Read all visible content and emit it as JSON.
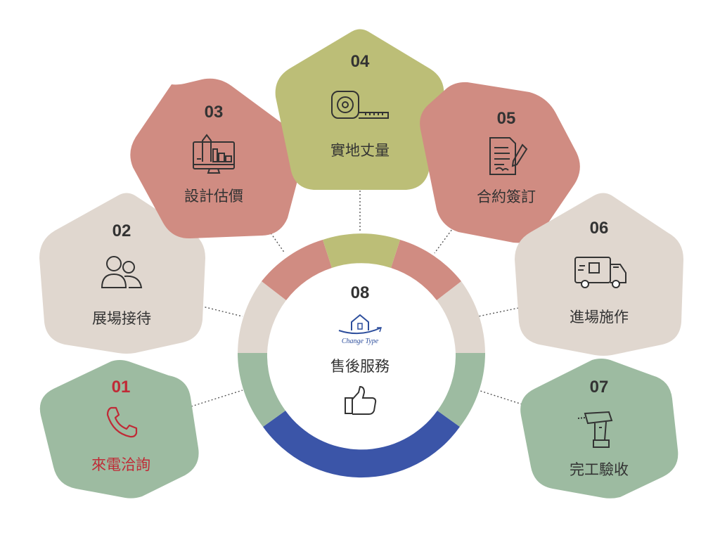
{
  "colors": {
    "green": "#9dbba1",
    "beige": "#e0d7cf",
    "pink": "#d08c82",
    "olive": "#bcbe77",
    "blue": "#3b55a8",
    "highlight": "#c02a36",
    "text": "#333333"
  },
  "steps": [
    {
      "num": "01",
      "label": "來電洽詢",
      "icon": "phone-icon",
      "color": "#9dbba1",
      "highlight": true
    },
    {
      "num": "02",
      "label": "展場接待",
      "icon": "people-icon",
      "color": "#e0d7cf"
    },
    {
      "num": "03",
      "label": "設計估價",
      "icon": "design-monitor-icon",
      "color": "#d08c82"
    },
    {
      "num": "04",
      "label": "實地丈量",
      "icon": "tape-measure-icon",
      "color": "#bcbe77"
    },
    {
      "num": "05",
      "label": "合約簽訂",
      "icon": "contract-icon",
      "color": "#d08c82"
    },
    {
      "num": "06",
      "label": "進場施作",
      "icon": "truck-icon",
      "color": "#e0d7cf"
    },
    {
      "num": "07",
      "label": "完工驗收",
      "icon": "drill-icon",
      "color": "#9dbba1"
    }
  ],
  "center": {
    "num": "08",
    "logo_text": "Change Type",
    "label": "售後服務",
    "icon": "thumbs-up-icon"
  }
}
